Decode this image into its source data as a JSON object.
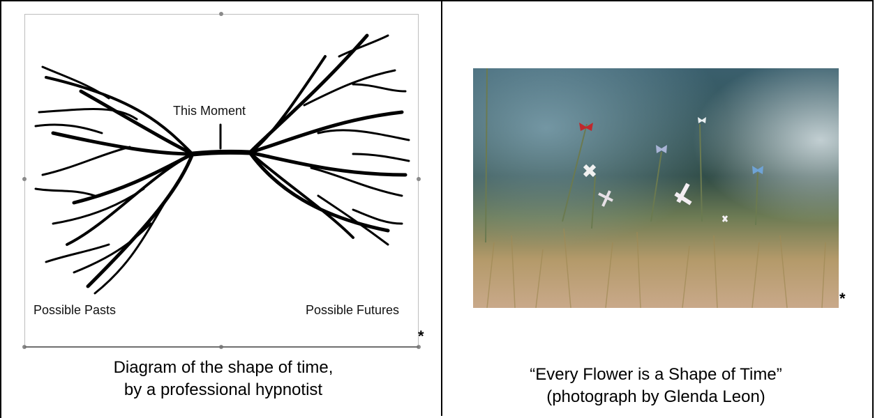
{
  "left": {
    "diagram": {
      "center_label": "This Moment",
      "left_label": "Possible Pasts",
      "right_label": "Possible Futures"
    },
    "asterisk": "*",
    "caption_line1": "Diagram of the shape of time,",
    "caption_line2": "by a professional hypnotist"
  },
  "right": {
    "asterisk": "*",
    "caption_line1": "“Every Flower is a Shape of Time”",
    "caption_line2": "(photograph by Glenda Leon)"
  },
  "colors": {
    "ink": "#000000",
    "photo_sky": "#2f4f5a",
    "photo_grass": "#b8a070",
    "bow_red": "#c0282c",
    "bow_blue": "#6fa3d6"
  }
}
